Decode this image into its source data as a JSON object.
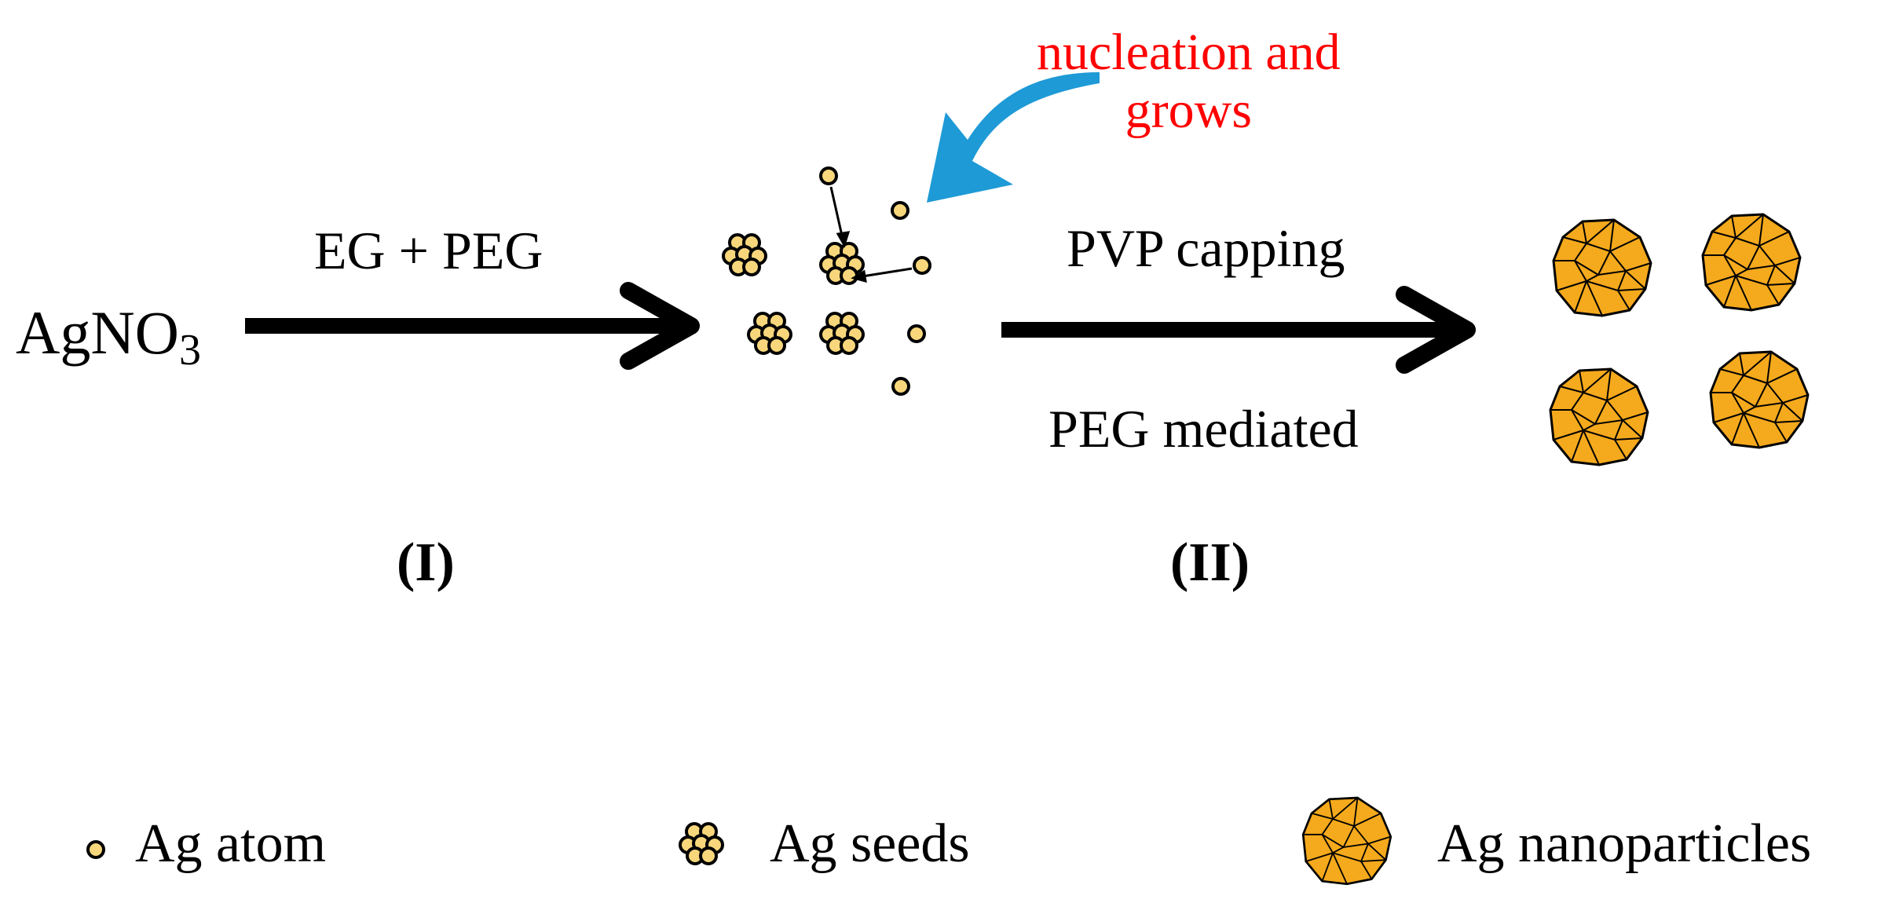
{
  "reaction": {
    "reagent": "AgNO",
    "reagent_subscript": "3",
    "step1_condition": "EG + PEG",
    "step2_condition_top": "PVP capping",
    "step2_condition_bottom": "PEG mediated",
    "step1_label": "(I)",
    "step2_label": "(II)"
  },
  "annotation": {
    "line1": "nucleation and",
    "line2": "grows",
    "text_color": "#ff0000",
    "arrow_color": "#1e9ad6"
  },
  "legend": {
    "atom": "Ag atom",
    "seeds": "Ag seeds",
    "nanoparticles": "Ag nanoparticles"
  },
  "colors": {
    "atom_fill": "#f8d77c",
    "nanoparticle_fill": "#f5a91c",
    "arrow": "#000000"
  }
}
